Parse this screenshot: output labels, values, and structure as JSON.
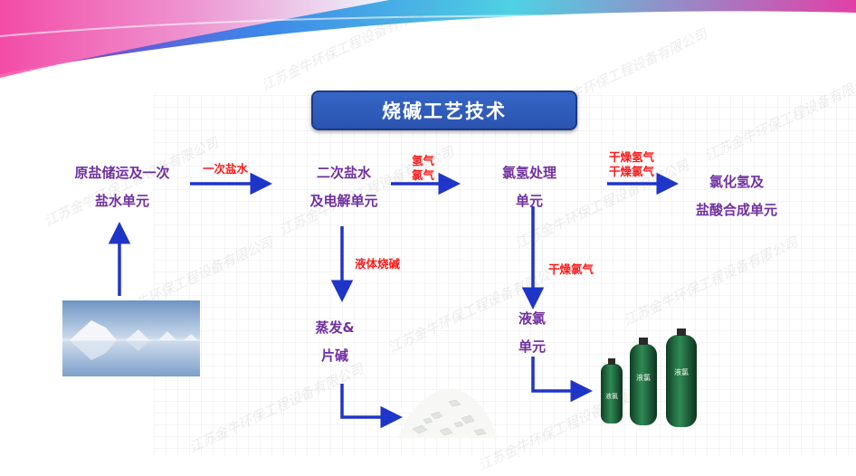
{
  "title": "烧碱工艺技术",
  "watermark": "江苏金牛环保工程设备有限公司",
  "nodes": {
    "raw_salt": [
      "原盐储运及一次",
      "盐水单元"
    ],
    "secondary_brine": [
      "二次盐水",
      "及电解单元"
    ],
    "chlor_hydrogen": [
      "氯氢处理",
      "单元"
    ],
    "hcl": [
      "氯化氢及",
      "盐酸合成单元"
    ],
    "evaporation": [
      "蒸发&",
      "片碱"
    ],
    "liquid_chlorine": [
      "液氯",
      "单元"
    ]
  },
  "flows": {
    "primary_brine": "一次盐水",
    "hydrogen": "氢气",
    "chlorine": "氯气",
    "dry_hydrogen": "干燥氢气",
    "dry_chlorine_top": "干燥氯气",
    "liquid_caustic": "液体烧碱",
    "dry_chlorine_down": "干燥氯气"
  },
  "cylinder_label": "液氯",
  "colors": {
    "arrow": "#1f35c8",
    "node_text": "#7030a0",
    "flow_text": "#ff1a1a",
    "title_bg": "#2f5cbd"
  }
}
